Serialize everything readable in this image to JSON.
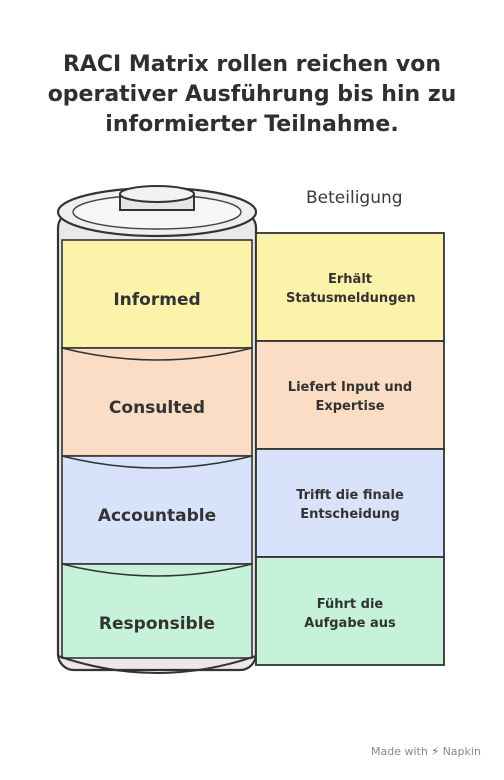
{
  "title": "RACI Matrix rollen reichen von operativer Ausführung bis hin zu informierter Teilnahme.",
  "axis_label": "Beteiligung",
  "levels": [
    {
      "label": "Informed",
      "description": "Erhält Statusmeldungen",
      "color": "#fbf3a9"
    },
    {
      "label": "Consulted",
      "description": "Liefert Input und Expertise",
      "color": "#fbdcc4"
    },
    {
      "label": "Accountable",
      "description": "Trifft die finale Entscheidung",
      "color": "#d8e2fa"
    },
    {
      "label": "Responsible",
      "description": "Führt die Aufgabe aus",
      "color": "#c6f2d9"
    }
  ],
  "footer": {
    "text": "Made with",
    "brand": "Napkin"
  }
}
